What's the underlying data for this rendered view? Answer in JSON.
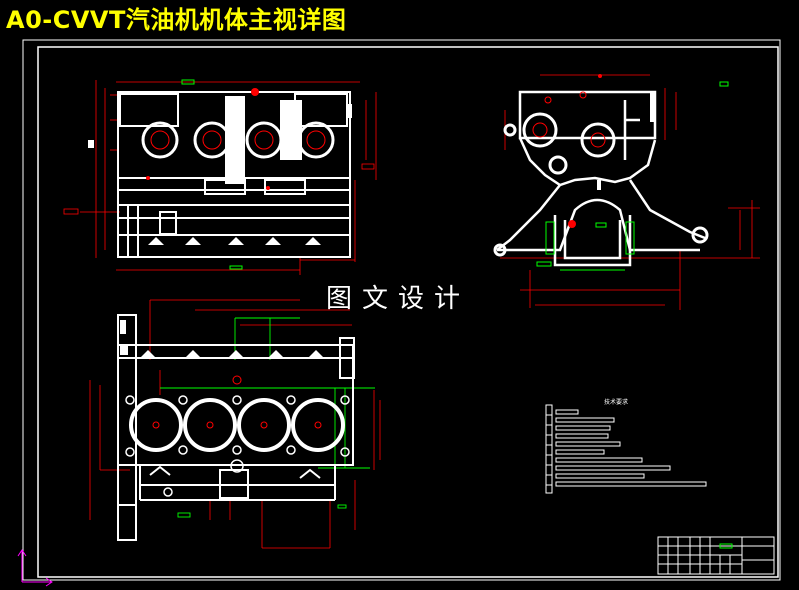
{
  "title": "A0-CVVT汽油机机体主视详图",
  "watermark": "图文设计",
  "tech_table_title": "技术要求",
  "colors": {
    "background": "#000000",
    "title": "#ffff00",
    "line": "#ffffff",
    "dimension": "#ff0000",
    "accent_green": "#00ff00",
    "axis": "#ff00ff",
    "watermark": "#ffffff"
  }
}
